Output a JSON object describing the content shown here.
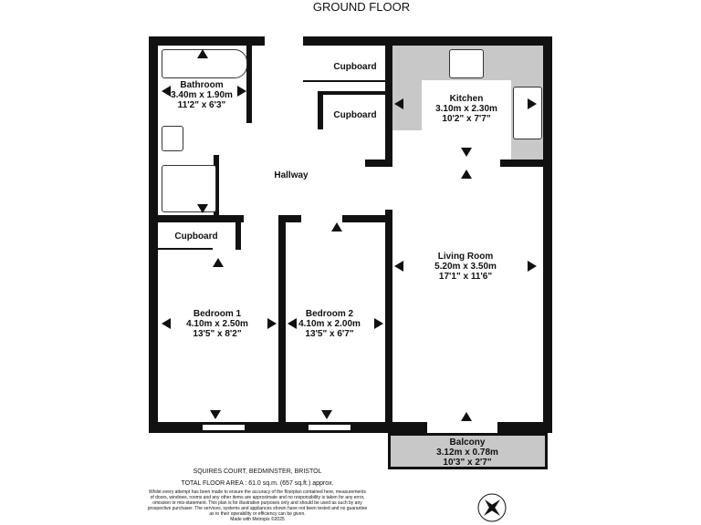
{
  "title": "GROUND FLOOR",
  "rooms": {
    "bathroom": {
      "name": "Bathroom",
      "metric": "3.40m  x 1.90m",
      "imperial": "11'2\"  x 6'3\""
    },
    "cupboard1": {
      "name": "Cupboard"
    },
    "cupboard2": {
      "name": "Cupboard"
    },
    "cupboard3": {
      "name": "Cupboard"
    },
    "kitchen": {
      "name": "Kitchen",
      "metric": "3.10m  x 2.30m",
      "imperial": "10'2\"  x 7'7\""
    },
    "hallway": {
      "name": "Hallway"
    },
    "living": {
      "name": "Living Room",
      "metric": "5.20m  x 3.50m",
      "imperial": "17'1\"  x 11'6\""
    },
    "bedroom1": {
      "name": "Bedroom 1",
      "metric": "4.10m  x 2.50m",
      "imperial": "13'5\"  x 8'2\""
    },
    "bedroom2": {
      "name": "Bedroom 2",
      "metric": "4.10m  x 2.00m",
      "imperial": "13'5\"  x 6'7\""
    },
    "balcony": {
      "name": "Balcony",
      "metric": "3.12m  x 0.78m",
      "imperial": "10'3\"  x 2'7\""
    }
  },
  "footer": {
    "address": "SQUIRES COURT, BEDMINSTER, BRISTOL",
    "area": "TOTAL FLOOR AREA : 61.0 sq.m. (657 sq.ft.) approx.",
    "disclaimer": [
      "Whilst every attempt has been made to ensure the accuracy of the floorplan contained here, measurements",
      "of doors, windows, rooms and any other items are approximate and no responsibility is taken for any error,",
      "omission or mis-statement. This plan is for illustrative purposes only and should be used as such by any",
      "prospective purchaser. The services, systems and appliances shown have not been tested and no guarantee",
      "as to their operability or efficiency can be given."
    ],
    "credit": "Made with Metropix ©2025"
  },
  "compass_icon": "compass-rose",
  "colors": {
    "wall": "#111111",
    "shaded": "#c8c8c8"
  }
}
